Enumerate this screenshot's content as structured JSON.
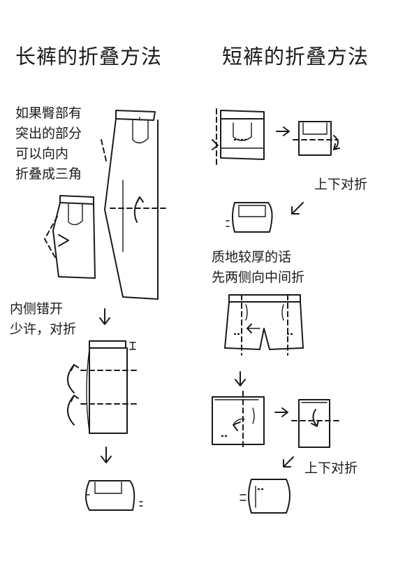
{
  "titles": {
    "long_pants": "长裤的折叠方法",
    "shorts": "短裤的折叠方法"
  },
  "long_pants": {
    "hip_note": [
      "如果臀部有",
      "突出的部分",
      "可以向内",
      "折叠成三角"
    ],
    "offset_note": [
      "内侧错开",
      "少许，对折"
    ]
  },
  "shorts": {
    "fold_note_1": "上下对折",
    "thick_note": [
      "质地较厚的话",
      "先两侧向中间折"
    ],
    "fold_note_2": "上下对折"
  },
  "icons": [
    "arrow-right-icon",
    "arrow-down-icon",
    "arrow-down-left-icon",
    "curved-arrow-icon"
  ]
}
